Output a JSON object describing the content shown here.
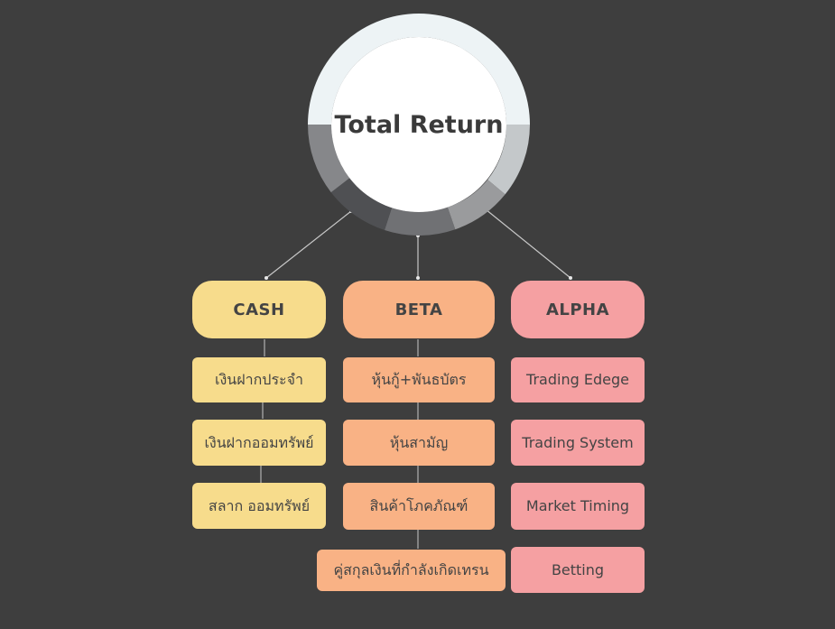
{
  "title": "Total Return",
  "colors": {
    "background": "#3e3e3e",
    "ring_light": "#edf3f5",
    "ring_center": "#ffffff",
    "cash": "#f7dc8c",
    "beta": "#f9b285",
    "alpha": "#f5a0a2",
    "connector": "#c8c8c8"
  },
  "columns": [
    {
      "key": "cash",
      "label": "CASH",
      "items": [
        "เงินฝากประจำ",
        "เงินฝากออมทรัพย์",
        "สลาก ออมทรัพย์"
      ]
    },
    {
      "key": "beta",
      "label": "BETA",
      "items": [
        "หุ้นกู้+พันธบัตร",
        "หุ้นสามัญ",
        "สินค้าโภคภัณฑ์",
        "คู่สกุลเงินที่กำลังเกิดเทรน"
      ]
    },
    {
      "key": "alpha",
      "label": "ALPHA",
      "items": [
        "Trading Edege",
        "Trading System",
        "Market Timing",
        "Betting"
      ]
    }
  ]
}
